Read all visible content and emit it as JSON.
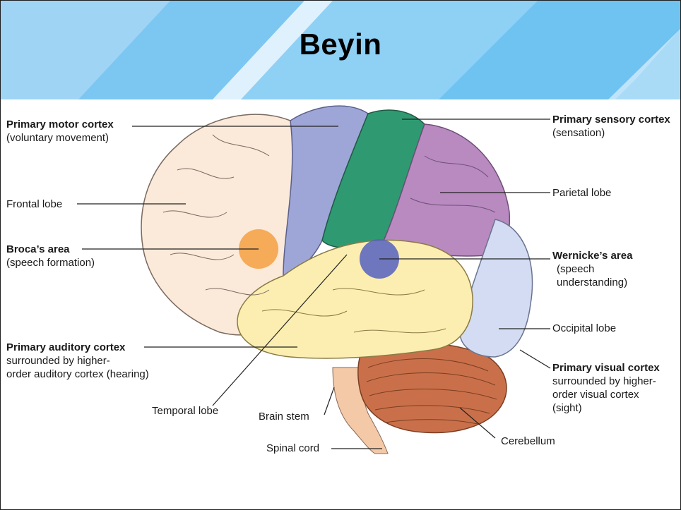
{
  "slide": {
    "title": "Beyin"
  },
  "colors": {
    "header_light": "#bfe3fa",
    "header_stripe": "#6ec3f0",
    "frontal": "#fbe9d9",
    "motor": "#9ea6d8",
    "sensory": "#2f9a72",
    "parietal": "#b88ac0",
    "occipital": "#d3dcf2",
    "temporal": "#fbeeb0",
    "cerebellum": "#c9704a",
    "brain_stem": "#f3c9a8",
    "broca_spot": "#f3a040",
    "wernicke_spot": "#5560c0"
  },
  "labels": {
    "primary_motor": {
      "title": "Primary motor cortex",
      "desc": "(voluntary movement)"
    },
    "frontal_lobe": {
      "title": "Frontal lobe"
    },
    "broca": {
      "title": "Broca’s area",
      "desc": "(speech formation)"
    },
    "primary_auditory": {
      "title": "Primary auditory cortex",
      "desc1": "surrounded by higher-",
      "desc2": "order auditory cortex (hearing)"
    },
    "temporal_lobe": {
      "title": "Temporal lobe"
    },
    "brain_stem": {
      "title": "Brain stem"
    },
    "spinal_cord": {
      "title": "Spinal cord"
    },
    "primary_sensory": {
      "title": "Primary sensory cortex",
      "desc": "(sensation)"
    },
    "parietal_lobe": {
      "title": "Parietal lobe"
    },
    "wernicke": {
      "title": "Wernicke’s area",
      "desc1": "(speech",
      "desc2": "understanding)"
    },
    "occipital_lobe": {
      "title": "Occipital lobe"
    },
    "primary_visual": {
      "title": "Primary visual cortex",
      "desc1": "surrounded by higher-",
      "desc2": "order visual cortex",
      "desc3": "(sight)"
    },
    "cerebellum": {
      "title": "Cerebellum"
    }
  }
}
